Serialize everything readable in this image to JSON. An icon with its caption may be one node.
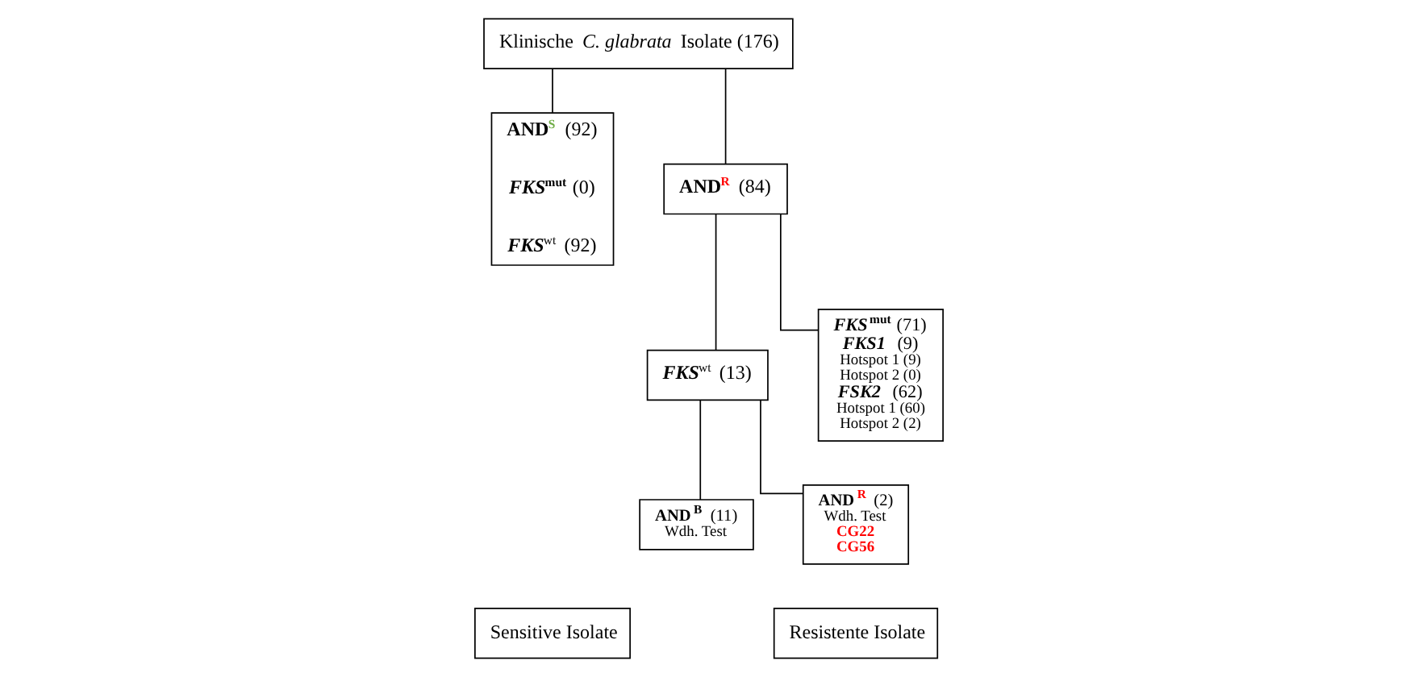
{
  "diagram": {
    "nodes": [
      {
        "text": [
          "Klinische *C. glabrata* Isolate (176)"
        ]
      },
      {
        "text": [
          "**AND**$^{S}$ (92)",
          "*FKS*$^{mut}$ (0)",
          "*FKS*$^{wt}$ (92)"
        ]
      },
      {
        "text": [
          "**AND**$^{R}$ (84)"
        ]
      },
      {
        "text": [
          "*FKS*$^{wt}$ (13)"
        ]
      },
      {
        "text": [
          "**AND**$^{B}$ (11)",
          "Wdh. Test"
        ]
      },
      {
        "text": [
          "**AND**$^{R}$ (2)",
          "Wdh. Test",
          "CG22",
          "CG56"
        ]
      },
      {
        "text": [
          "*FKS*$^{mut}$ (71)",
          "*FKS1* (9)",
          "Hotspot 1 (9)",
          "Hotspot 2 (0)",
          "*FSK2* (62)",
          "Hotspot 1 (60)",
          "Hotspot 2 (2)"
        ]
      },
      {
        "text": [
          "Sensitive Isolate"
        ]
      },
      {
        "text": [
          "Resistente Isolate"
        ]
      }
    ],
    "edges": [
      {
        "from": 0,
        "to": 1,
        "arrow": "none"
      },
      {
        "from": 0,
        "to": 2,
        "arrow": "none"
      },
      {
        "from": 2,
        "to": 3,
        "arrow": "none"
      },
      {
        "from": 2,
        "to": 6,
        "arrow": "none"
      },
      {
        "from": 3,
        "to": 4,
        "arrow": "none"
      },
      {
        "from": 3,
        "to": 5,
        "arrow": "none"
      }
    ]
  }
}
